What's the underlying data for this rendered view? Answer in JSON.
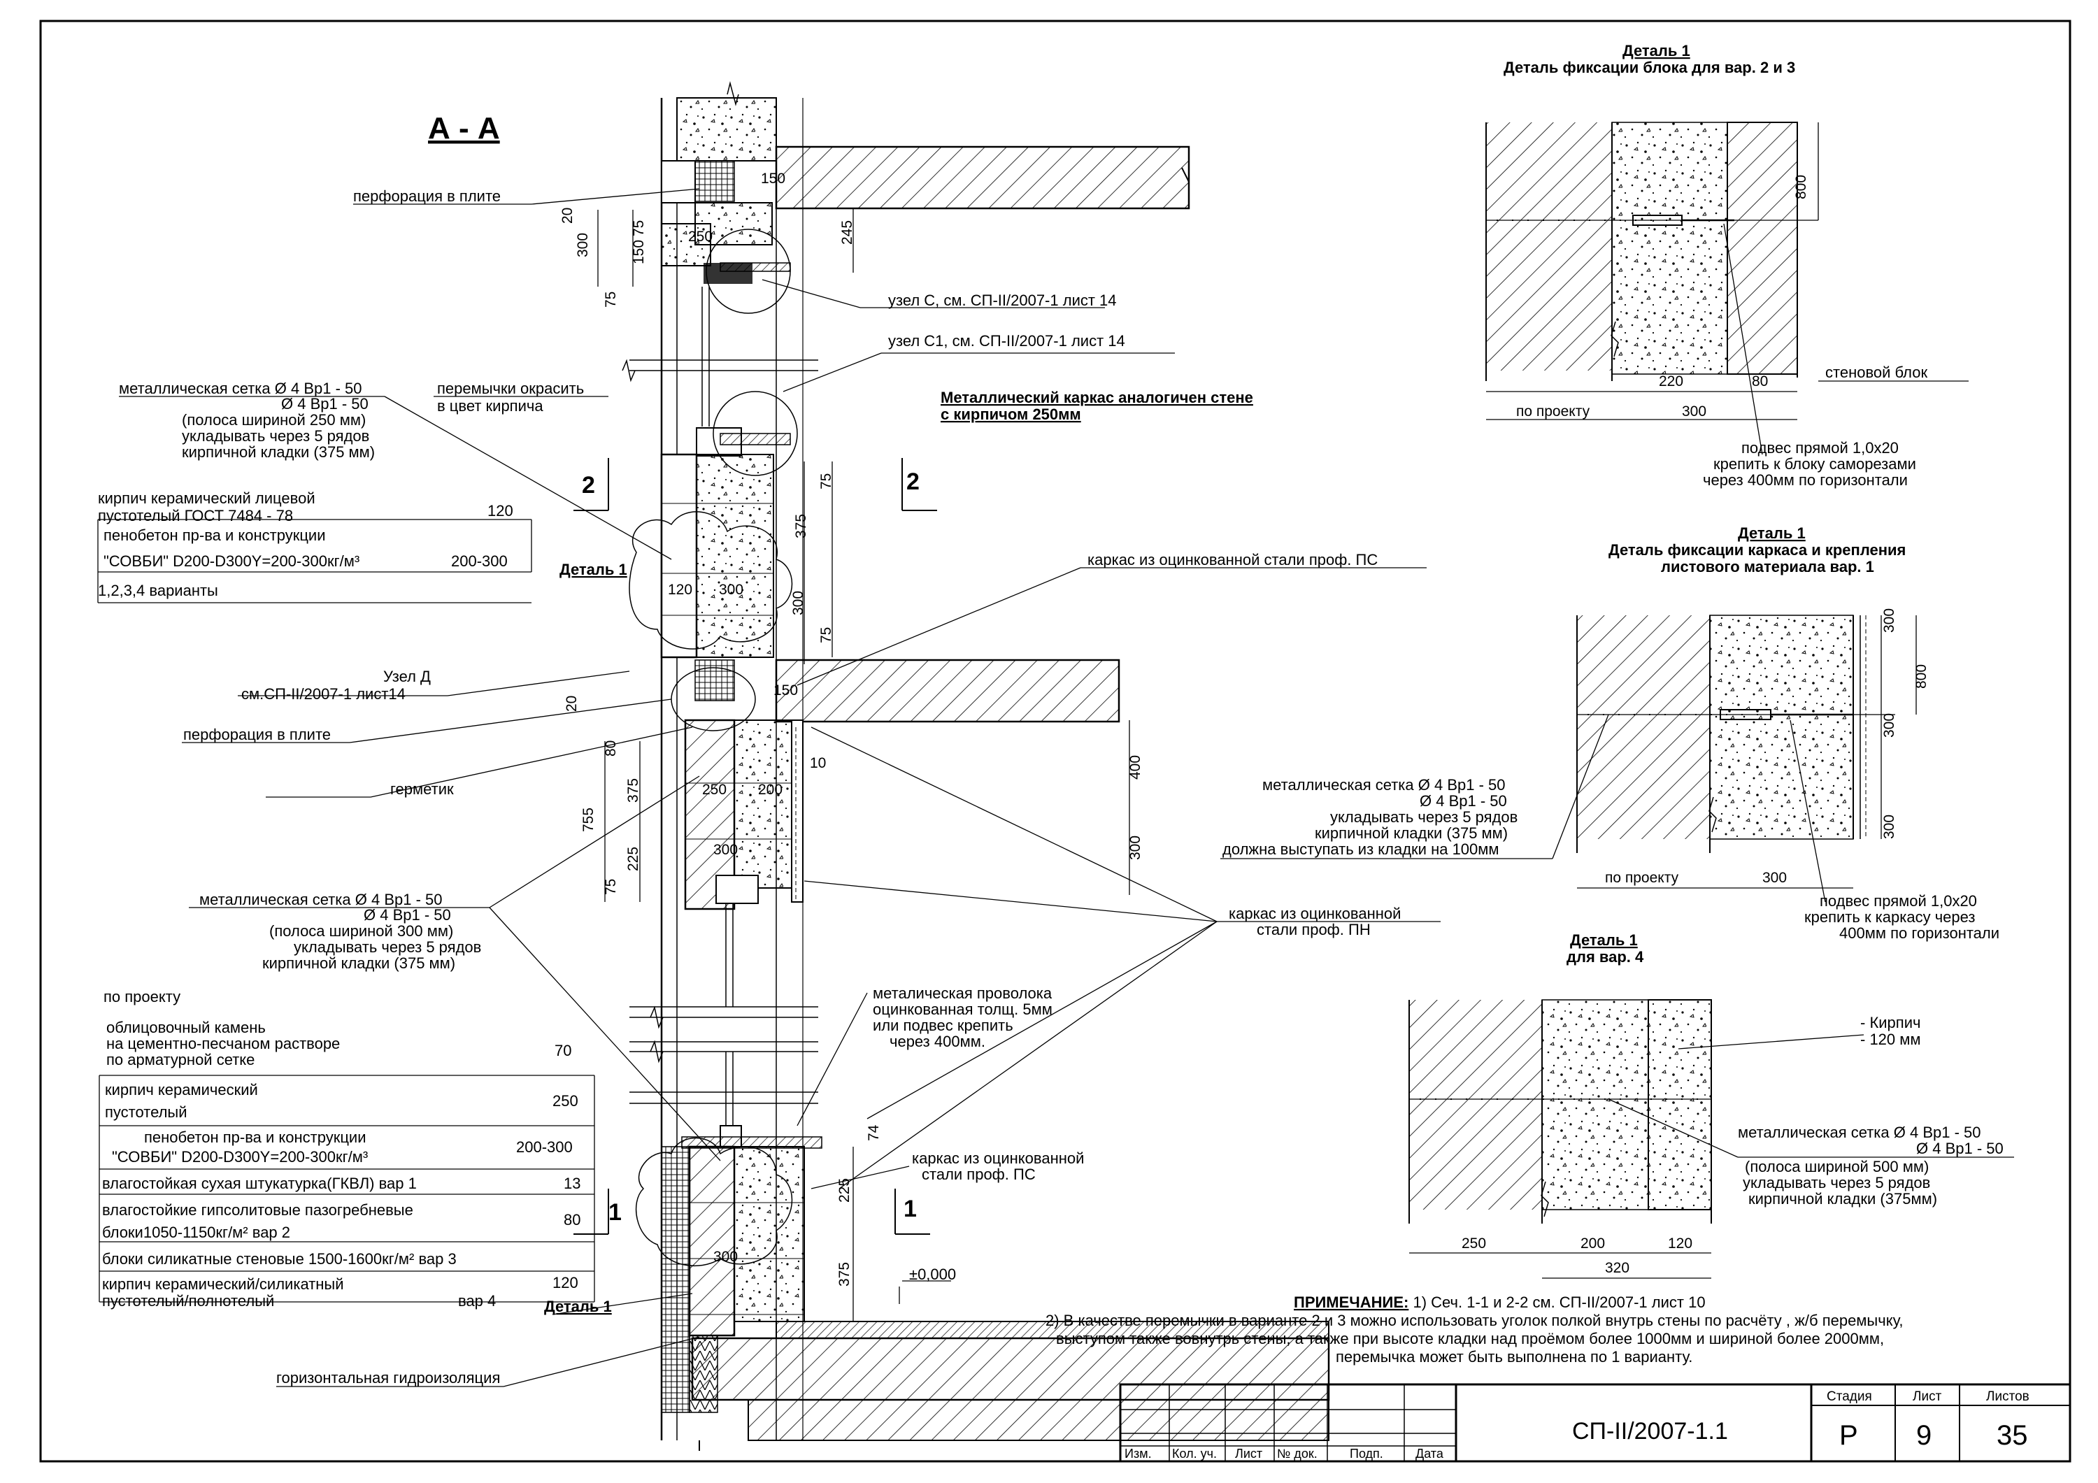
{
  "section_title": "А - А",
  "detail_titles": {
    "d1_title": "Деталь 1",
    "d1_sub": "Деталь фиксации блока для вар. 2 и 3",
    "d2_title": "Деталь 1",
    "d2_sub1": "Деталь фиксации каркаса и крепления",
    "d2_sub2": "листового материала  вар. 1",
    "d3_title": "Деталь 1",
    "d3_sub": "для вар. 4"
  },
  "callouts": {
    "perf1": "перфорация в плите",
    "uzelC": "узел С, см. СП-II/2007-1 лист 14",
    "uzelC1": "узел С1, см. СП-II/2007-1 лист 14",
    "mesh1_a": "металлическая сетка Ø 4 Вр1 - 50",
    "mesh1_b": "Ø 4 Вр1 - 50",
    "mesh1_c": "(полоса шириной 250 мм)",
    "mesh1_d": "укладывать через 5 рядов",
    "mesh1_e": "кирпичной кладки (375 мм)",
    "paint_a": "перемычки окрасить",
    "paint_b": "в цвет кирпича",
    "frame_note_a": "Металлический каркас аналогичен стене",
    "frame_note_b": "с кирпичом 250мм",
    "detail1_mid": "Деталь 1",
    "karkas_ps": "каркас из оцинкованной стали проф. ПС",
    "uzelD_a": "Узел Д",
    "uzelD_b": "см.СП-II/2007-1 лист14",
    "perf2": "перфорация в плите",
    "germetik": "герметик",
    "mesh2_a": "металлическая сетка Ø 4 Вр1 - 50",
    "mesh2_b": "Ø 4 Вр1 - 50",
    "mesh2_c": "(полоса шириной 300 мм)",
    "mesh2_d": "укладывать через 5 рядов",
    "mesh2_e": "кирпичной кладки (375 мм)",
    "karkas_pn_a": "каркас из оцинкованной",
    "karkas_pn_b": "стали проф. ПН",
    "wire_a": "металическая проволока",
    "wire_b": "оцинкованная толщ. 5мм",
    "wire_c": "или подвес крепить",
    "wire_d": "через 400мм.",
    "karkas_ps2_a": "каркас из оцинкованной",
    "karkas_ps2_b": "стали проф. ПС",
    "zero": "±0,000",
    "detail1_bot": "Деталь 1",
    "hydro": "горизонтальная гидроизоляция",
    "sec2": "2",
    "sec1": "1"
  },
  "legend_top": {
    "r1a": "кирпич керамический лицевой",
    "r1b": "пустотелый   ГОСТ 7484 - 78",
    "r1v": "120",
    "r2a": "пенобетон пр-ва и конструкции",
    "r2b": "\"СОВБИ\" D200-D300Y=200-300кг/м³",
    "r2v": "200-300",
    "r3": "1,2,3,4 варианты"
  },
  "legend_bot": {
    "head": "по проекту",
    "r1a": "облицовочный камень",
    "r1b": "на цементно-песчаном растворе",
    "r1c": "по арматурной сетке",
    "r1v": "70",
    "r2a": "кирпич керамический",
    "r2b": "пустотелый",
    "r2v": "250",
    "r3a": "пенобетон пр-ва и конструкции",
    "r3b": "\"СОВБИ\" D200-D300Y=200-300кг/м³",
    "r3v": "200-300",
    "r4": "влагостойкая сухая штукатурка(ГКВЛ) вар 1",
    "r4v": "13",
    "r5a": "влагостойкие гипсолитовые пазогребневые",
    "r5b": "блоки1050-1150кг/м² вар 2",
    "r5v": "80",
    "r6": "блоки силикатные стеновые 1500-1600кг/м² вар 3",
    "r7a": "кирпич керамический/силикатный",
    "r7b": "пустотелый/полнотелый",
    "r7c": "вар 4",
    "r7v": "120"
  },
  "dims_main": [
    "150",
    "20",
    "75",
    "300",
    "150",
    "75",
    "250",
    "245",
    "75",
    "375",
    "300",
    "75",
    "120",
    "300",
    "150",
    "20",
    "80",
    "375",
    "755",
    "225",
    "75",
    "250",
    "200",
    "300",
    "10",
    "400",
    "300",
    "74",
    "225",
    "375",
    "300"
  ],
  "detail1_text": {
    "dim800": "800",
    "dim220": "220",
    "dim80": "80",
    "dim300": "300",
    "po_proektu": "по проекту",
    "stenovoy": "стеновой блок",
    "podves_a": "подвес прямой 1,0х20",
    "podves_b": "крепить к блоку саморезами",
    "podves_c": "через 400мм по горизонтали"
  },
  "detail2_text": {
    "d300a": "300",
    "d800": "800",
    "d300b": "300",
    "d300c": "300",
    "mesh_a": "металлическая сетка Ø 4 Вр1 - 50",
    "mesh_b": "Ø 4 Вр1 - 50",
    "mesh_c": "укладывать через 5 рядов",
    "mesh_d": "кирпичной кладки (375 мм)",
    "mesh_e": "должна выступать из кладки на 100мм",
    "po_proektu": "по проекту",
    "d300": "300",
    "podves_a": "подвес прямой 1,0х20",
    "podves_b": "крепить к каркасу через",
    "podves_c": "400мм по горизонтали"
  },
  "detail3_text": {
    "kirpich_a": "- Кирпич",
    "kirpich_b": "- 120 мм",
    "mesh_a": "металлическая сетка Ø 4 Вр1 - 50",
    "mesh_b": "Ø 4 Вр1 - 50",
    "mesh_c": "(полоса шириной 500 мм)",
    "mesh_d": "укладывать через 5 рядов",
    "mesh_e": "кирпичной кладки (375мм)",
    "d250": "250",
    "d200": "200",
    "d120": "120",
    "d320": "320"
  },
  "notes": {
    "head": "ПРИМЕЧАНИЕ:",
    "n1": " 1) Сеч. 1-1 и 2-2  см.  СП-II/2007-1 лист 10",
    "n2a": "2) В качестве перемычки в варианте 2 и 3 можно использовать уголок полкой внутрь стены по расчёту , ж/б перемычку,",
    "n2b": "выступом также вовнутрь стены, а также при высоте кладки над проёмом более 1000мм и шириной более 2000мм,",
    "n2c": "перемычка может быть выполнена по 1 варианту."
  },
  "title_block": {
    "cols": [
      "Изм.",
      "Кол. уч.",
      "Лист",
      "№ док.",
      "Подп.",
      "Дата"
    ],
    "code": "СП-II/2007-1.1",
    "stage_h": "Стадия",
    "sheet_h": "Лист",
    "sheets_h": "Листов",
    "stage": "Р",
    "sheet": "9",
    "sheets": "35"
  }
}
